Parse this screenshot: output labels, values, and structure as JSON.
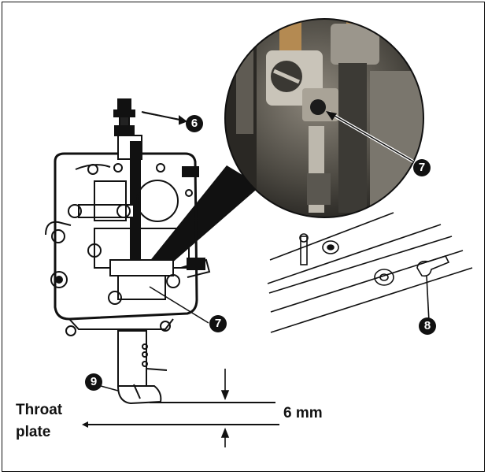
{
  "callouts": {
    "c6": "6",
    "c7_top": "7",
    "c7_mid": "7",
    "c8": "8",
    "c9": "9"
  },
  "labels": {
    "throat_line1": "Throat",
    "throat_line2": "plate",
    "gap": "6 mm"
  },
  "colors": {
    "ink": "#111111",
    "photo_dark": "#1b1b1b",
    "photo_mid": "#6d6a63",
    "photo_light": "#b9b4aa",
    "brass": "#b48a52"
  }
}
